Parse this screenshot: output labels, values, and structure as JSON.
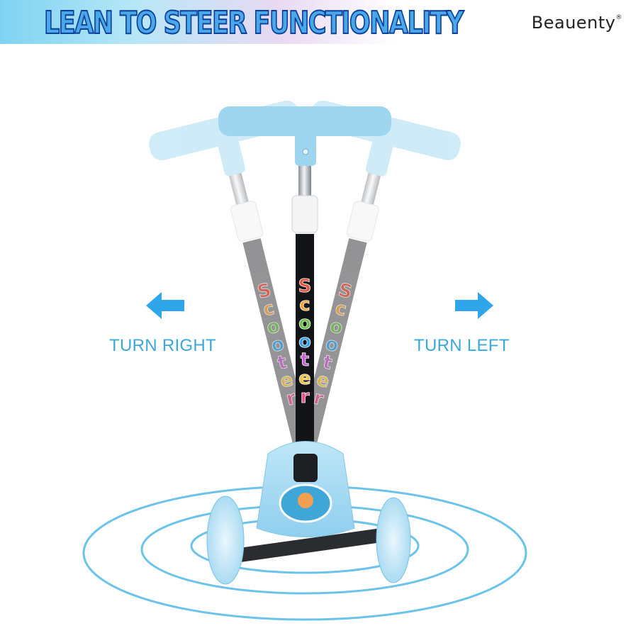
{
  "header": {
    "title": "LEAN TO STEER FUNCTIONALITY",
    "brand": "Beauenty",
    "brand_mark": "®"
  },
  "labels": {
    "turn_right": "TURN RIGHT",
    "turn_left": "TURN LEFT"
  },
  "scooter": {
    "stem_text": "Scooter",
    "icons": [
      "scooter-icon",
      "arrow-left-icon",
      "arrow-right-icon"
    ]
  },
  "colors": {
    "accent": "#3ba8dc",
    "scooter_blue": "#9ed6f0",
    "ring": "#6cc3ea",
    "title_outline": "#0b3f9a"
  }
}
